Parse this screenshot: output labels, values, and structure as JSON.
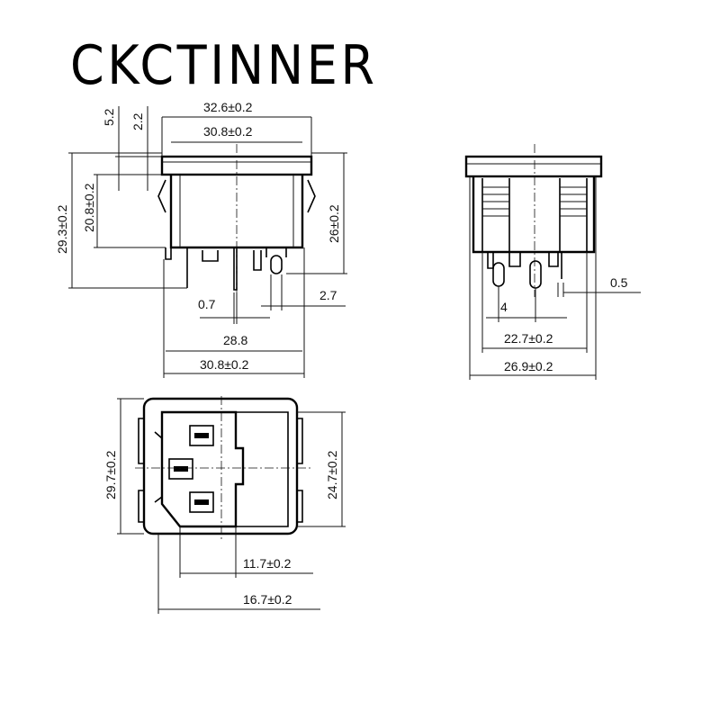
{
  "brand": "CKCTINNER",
  "front_view": {
    "top_width": "32.6±0.2",
    "inner_width": "30.8±0.2",
    "flange_5_2": "5.2",
    "flange_2_2": "2.2",
    "overall_height": "29.3±0.2",
    "body_height": "20.8±0.2",
    "right_height": "26±0.2",
    "pin_0_7": "0.7",
    "pin_2_7": "2.7",
    "base_width": "28.8",
    "bottom_width": "30.8±0.2"
  },
  "side_view": {
    "pin_0_5": "0.5",
    "pin_4": "4",
    "width_22_7": "22.7±0.2",
    "width_26_9": "26.9±0.2"
  },
  "bottom_view": {
    "left_height": "29.7±0.2",
    "right_height": "24.7±0.2",
    "width_11_7": "11.7±0.2",
    "width_16_7": "16.7±0.2"
  }
}
